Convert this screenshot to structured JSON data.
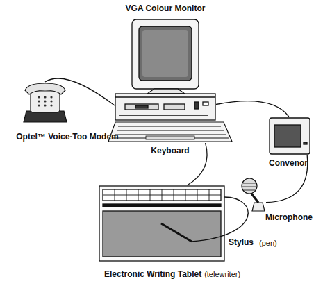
{
  "diagram": {
    "nodes": [
      {
        "text": [
          "VGA Colour Monitor"
        ]
      },
      {
        "text": [
          "Keyboard"
        ]
      },
      {
        "text": [
          "Optel™ Voice-Too Modem"
        ]
      },
      {
        "text": [
          "Convenor"
        ]
      },
      {
        "text": [
          "Microphone"
        ]
      },
      {
        "text": [
          "Electronic Writing Tablet",
          "(telewriter)"
        ]
      }
    ],
    "edges": [
      {
        "from": 2,
        "to": 0,
        "arrow": "none"
      },
      {
        "from": 0,
        "to": 3,
        "arrow": "none"
      },
      {
        "from": 3,
        "to": 4,
        "arrow": "none"
      },
      {
        "from": 1,
        "to": 5,
        "arrow": "none"
      }
    ],
    "labels": [
      "Stylus",
      "(pen)"
    ]
  }
}
